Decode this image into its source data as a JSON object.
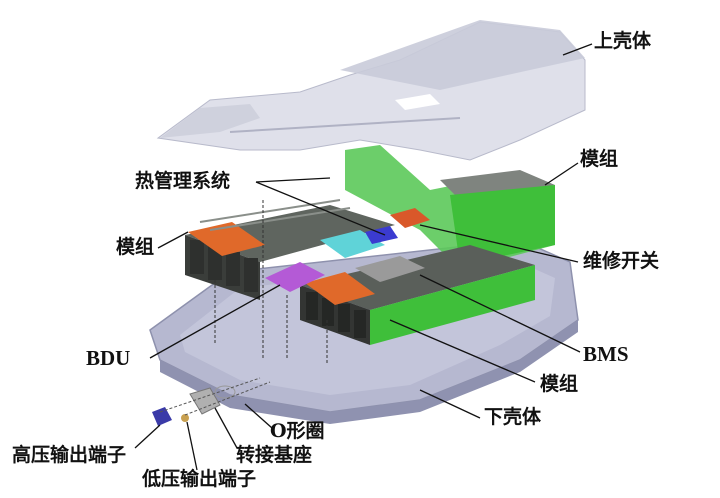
{
  "diagram": {
    "subject": "Battery pack exploded view",
    "colors": {
      "upper_shell": "#d9dbe6",
      "lower_shell": "#a9acc8",
      "module_green": "#3fbf3a",
      "cells": "#5a5f5a",
      "busbar_orange": "#e0692a",
      "thermal_cyan": "#5fd3d8",
      "bdu_purple": "#b45ad6",
      "bms_gray": "#9a9a9a",
      "hv_connector": "#3a3aa8",
      "lv_connector": "#c8a050"
    },
    "labels": {
      "upper_shell": "上壳体",
      "module_top_right": "模组",
      "thermal_system": "热管理系统",
      "module_left": "模组",
      "service_switch": "维修开关",
      "bdu": "BDU",
      "bms": "BMS",
      "module_bottom": "模组",
      "lower_shell": "下壳体",
      "o_ring": "O形圈",
      "adapter_base": "转接基座",
      "hv_output_terminal": "高压输出端子",
      "lv_output_terminal": "低压输出端子"
    }
  }
}
